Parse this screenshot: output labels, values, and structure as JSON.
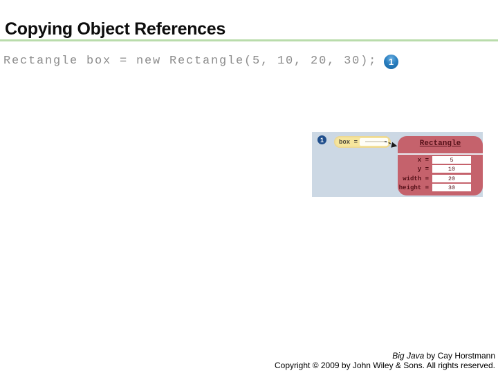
{
  "slide": {
    "title": "Copying Object References",
    "code": "Rectangle box = new Rectangle(5, 10, 20, 30);",
    "step_badge": "1"
  },
  "diagram": {
    "info_badge": "1",
    "reference": {
      "label": "box ="
    },
    "object": {
      "class_name": "Rectangle",
      "fields": [
        {
          "label": "x =",
          "value": "5"
        },
        {
          "label": "y =",
          "value": "10"
        },
        {
          "label": "width =",
          "value": "20"
        },
        {
          "label": "height =",
          "value": "30"
        }
      ]
    }
  },
  "footer": {
    "line1_italic": "Big Java",
    "line1_rest": " by Cay Horstmann",
    "line2": "Copyright © 2009 by John Wiley & Sons.  All rights reserved."
  },
  "colors": {
    "title_underline_green": "#b9dcab",
    "code_text_gray": "#8c8c8c",
    "step_badge_blue": "#2a7fc0",
    "diagram_background_blue": "#ccd8e4",
    "object_red": "#c5626c",
    "object_text_maroon": "#551018",
    "reference_pill_yellow": "#f6e69c",
    "info_badge_navy": "#1f4e8c"
  }
}
